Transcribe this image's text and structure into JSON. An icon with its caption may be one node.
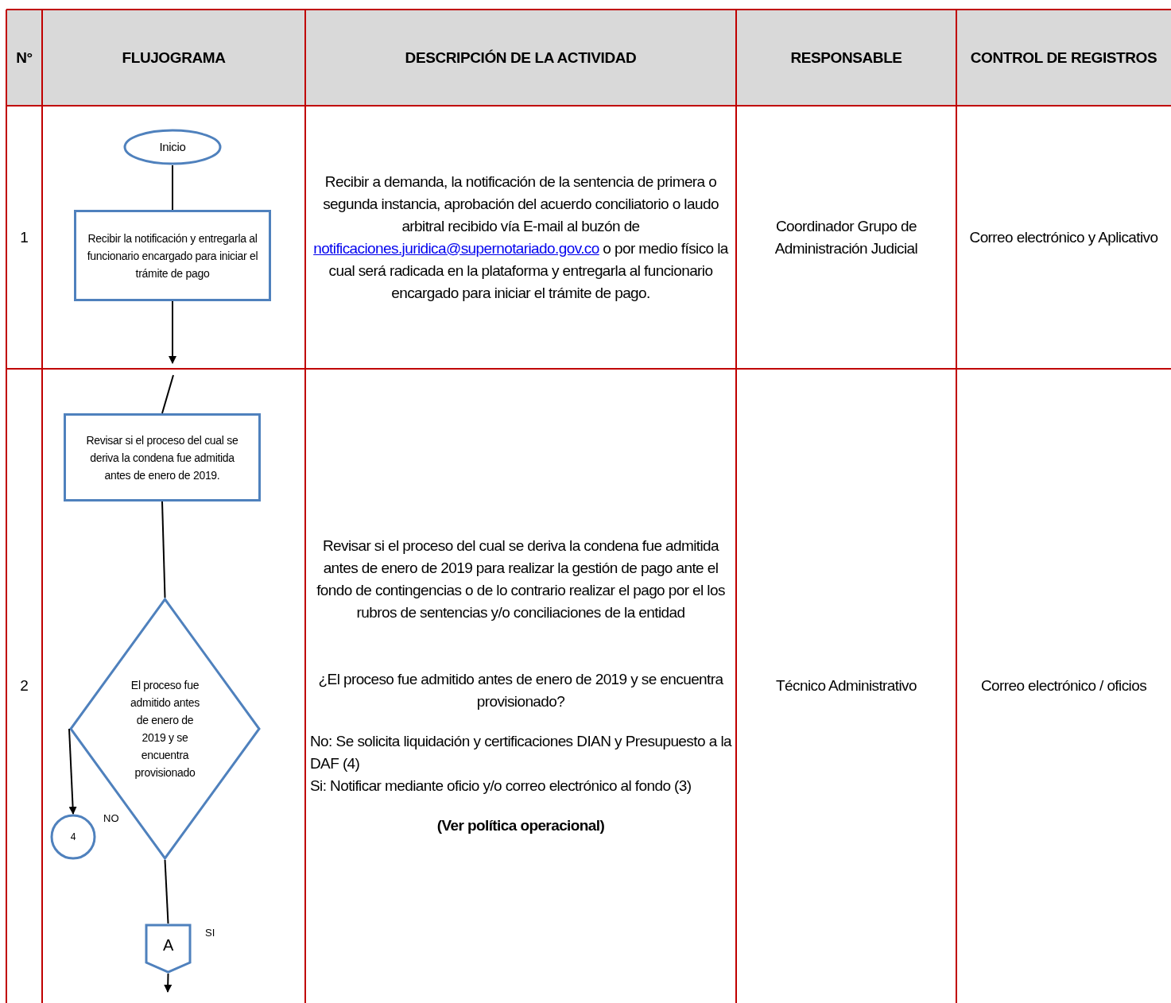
{
  "diagram": {
    "nodes": [
      {
        "text": [
          "Inicio"
        ]
      },
      {
        "text": [
          "Recibir la notificación y entregarla al funcionario encargado para iniciar el trámite de pago"
        ]
      },
      {
        "text": [
          "Revisar si el proceso del cual se deriva la condena fue admitida antes de enero de 2019."
        ]
      },
      {
        "text": [
          "El proceso fue admitido antes de enero de 2019 y se encuentra provisionado"
        ]
      },
      {
        "text": [
          "4"
        ]
      },
      {
        "text": [
          "A"
        ]
      }
    ],
    "edges": [
      {
        "from": 0,
        "to": 1,
        "arrow": "none"
      },
      {
        "from": 1,
        "to": null,
        "arrow": "to"
      },
      {
        "from": null,
        "to": 2,
        "arrow": "none"
      },
      {
        "from": 2,
        "to": 3,
        "arrow": "none"
      },
      {
        "from": 3,
        "to": 4,
        "arrow": "to",
        "label": "NO"
      },
      {
        "from": 3,
        "to": 5,
        "arrow": "none",
        "label": "SI"
      },
      {
        "from": 5,
        "to": null,
        "arrow": "to"
      }
    ],
    "labels": [
      "N°",
      "FLUJOGRAMA",
      "DESCRIPCIÓN DE LA ACTIVIDAD",
      "RESPONSABLE",
      "CONTROL DE REGISTROS",
      "1",
      "Recibir a demanda, la notificación de la sentencia de primera o segunda instancia, aprobación del acuerdo conciliatorio o laudo arbitral recibido vía E-mail al buzón de",
      "notificaciones.juridica@supernotariado.gov.co",
      "o por medio físico la cual será radicada en la plataforma y entregarla al funcionario encargado para iniciar el trámite de pago.",
      "Coordinador Grupo de Administración Judicial",
      "Correo electrónico y Aplicativo",
      "2",
      "Revisar si el proceso del cual se deriva la condena fue admitida antes de enero de 2019 para realizar la gestión de pago ante el fondo de contingencias o de lo contrario realizar el pago por el los rubros de sentencias y/o conciliaciones de la entidad",
      "¿El proceso fue admitido antes de enero de 2019 y se encuentra provisionado?",
      "No: Se solicita liquidación y certificaciones DIAN y Presupuesto a la DAF (4)",
      "Si: Notificar mediante oficio y/o correo electrónico al fondo (3)",
      "(Ver política operacional)",
      "Técnico Administrativo",
      "Correo electrónico / oficios"
    ]
  }
}
